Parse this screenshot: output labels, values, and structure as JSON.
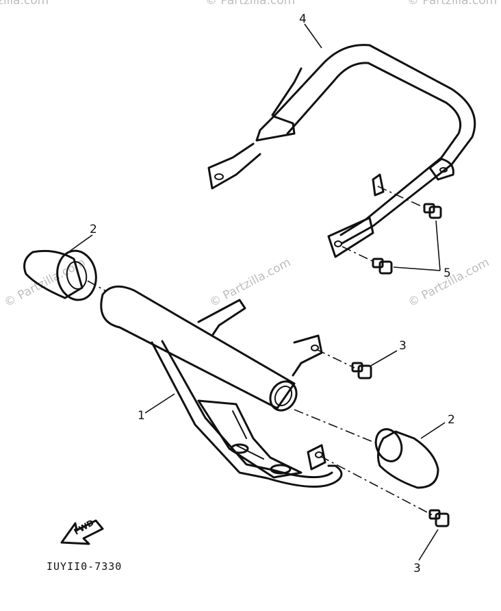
{
  "watermark": "© Partzilla.com",
  "diagram_code": "IUYII0-7330",
  "fwd_label": "FWD",
  "callouts": {
    "part_1": "1",
    "part_2_upper": "2",
    "part_2_lower": "2",
    "part_3_upper": "3",
    "part_3_lower": "3",
    "part_4": "4",
    "part_5": "5"
  }
}
